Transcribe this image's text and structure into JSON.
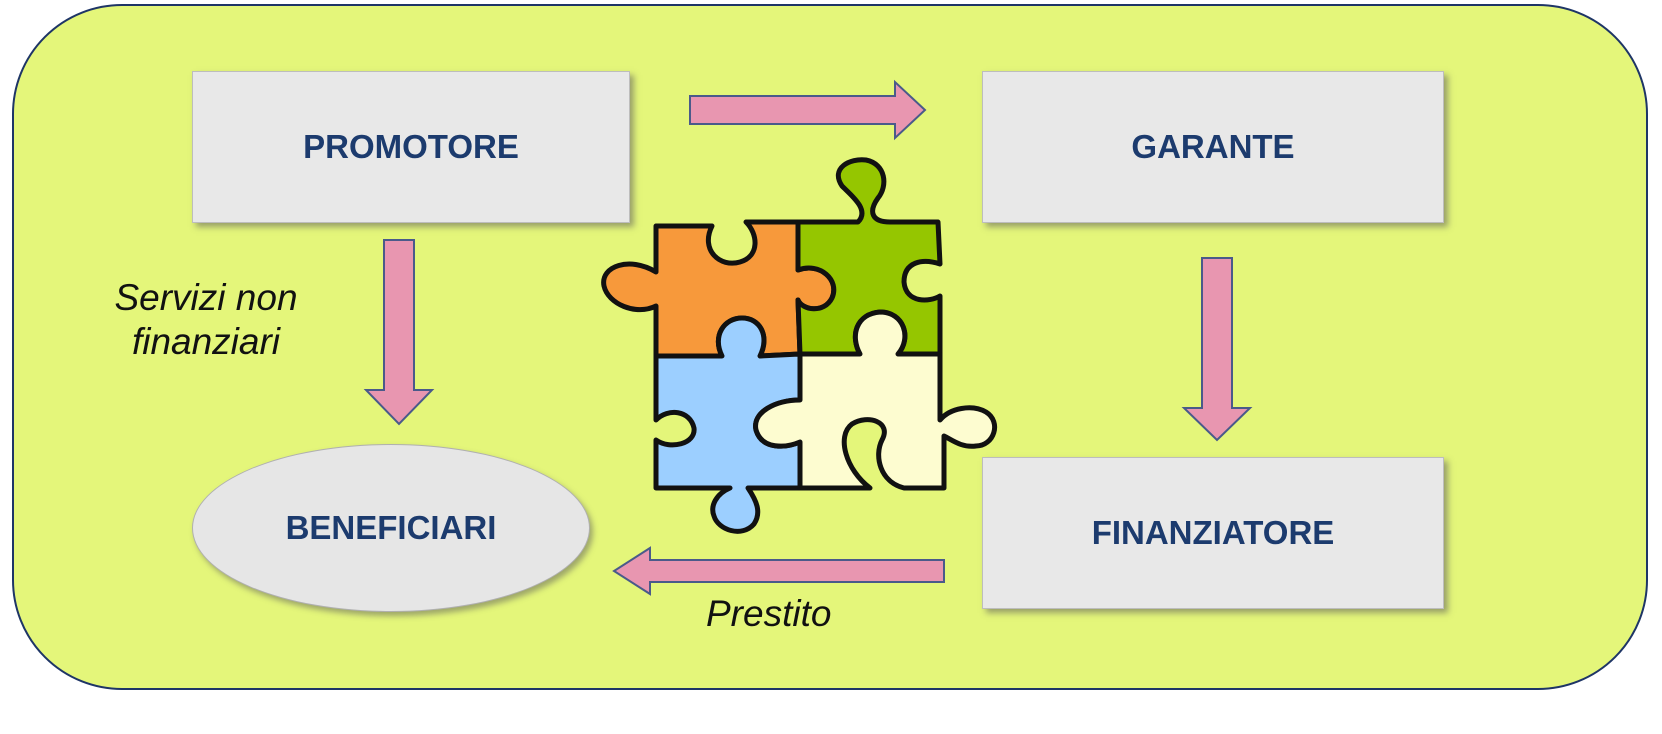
{
  "nodes": {
    "promotore": "PROMOTORE",
    "garante": "GARANTE",
    "finanziatore": "FINANZIATORE",
    "beneficiari": "BENEFICIARI"
  },
  "edge_labels": {
    "servizi_line1": "Servizi non",
    "servizi_line2": "finanziari",
    "prestito": "Prestito"
  },
  "colors": {
    "background": "#e4f67a",
    "frame_border": "#1e3566",
    "box_fill": "#e8e8e8",
    "box_text": "#1c3b6e",
    "arrow_fill": "#e896b0",
    "arrow_stroke": "#4a5a8a",
    "puzzle_orange": "#f7993b",
    "puzzle_green": "#95c600",
    "puzzle_blue": "#9ccfff",
    "puzzle_cream": "#fdfcd0"
  },
  "icons": [
    "puzzle-icon"
  ]
}
